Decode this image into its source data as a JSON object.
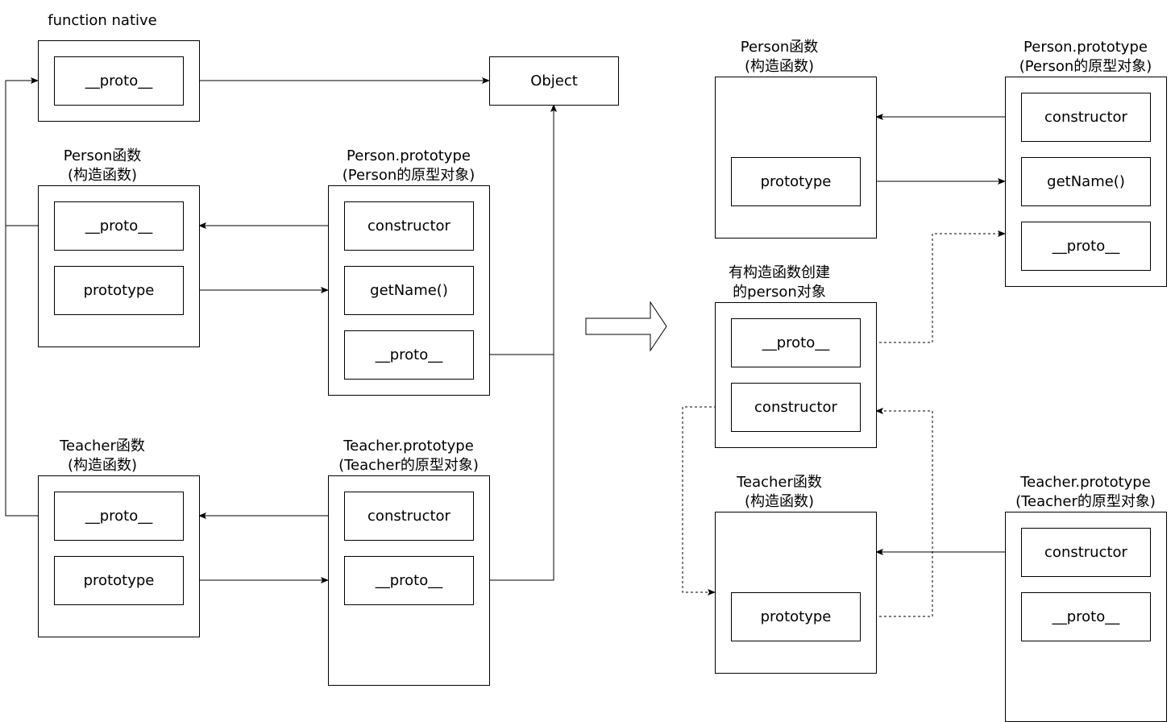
{
  "left": {
    "function_native": {
      "title": "function native",
      "proto": "__proto__"
    },
    "object": {
      "label": "Object"
    },
    "person_fn": {
      "title": "Person函数",
      "subtitle": "(构造函数)",
      "proto": "__proto__",
      "prototype": "prototype"
    },
    "person_proto": {
      "title": "Person.prototype",
      "subtitle": "(Person的原型对象)",
      "constructor": "constructor",
      "getname": "getName()",
      "proto": "__proto__"
    },
    "teacher_fn": {
      "title": "Teacher函数",
      "subtitle": "(构造函数)",
      "proto": "__proto__",
      "prototype": "prototype"
    },
    "teacher_proto": {
      "title": "Teacher.prototype",
      "subtitle": "(Teacher的原型对象)",
      "constructor": "constructor",
      "proto": "__proto__"
    }
  },
  "right": {
    "person_fn": {
      "title": "Person函数",
      "subtitle": "(构造函数)",
      "prototype": "prototype"
    },
    "person_proto": {
      "title": "Person.prototype",
      "subtitle": "(Person的原型对象)",
      "constructor": "constructor",
      "getname": "getName()",
      "proto": "__proto__"
    },
    "person_obj": {
      "title": "有构造函数创建",
      "subtitle": "的person对象",
      "proto": "__proto__",
      "constructor": "constructor"
    },
    "teacher_fn": {
      "title": "Teacher函数",
      "subtitle": "(构造函数)",
      "prototype": "prototype"
    },
    "teacher_proto": {
      "title": "Teacher.prototype",
      "subtitle": "(Teacher的原型对象)",
      "constructor": "constructor",
      "proto": "__proto__"
    }
  },
  "colors": {
    "stroke": "#000000",
    "background": "#ffffff"
  }
}
